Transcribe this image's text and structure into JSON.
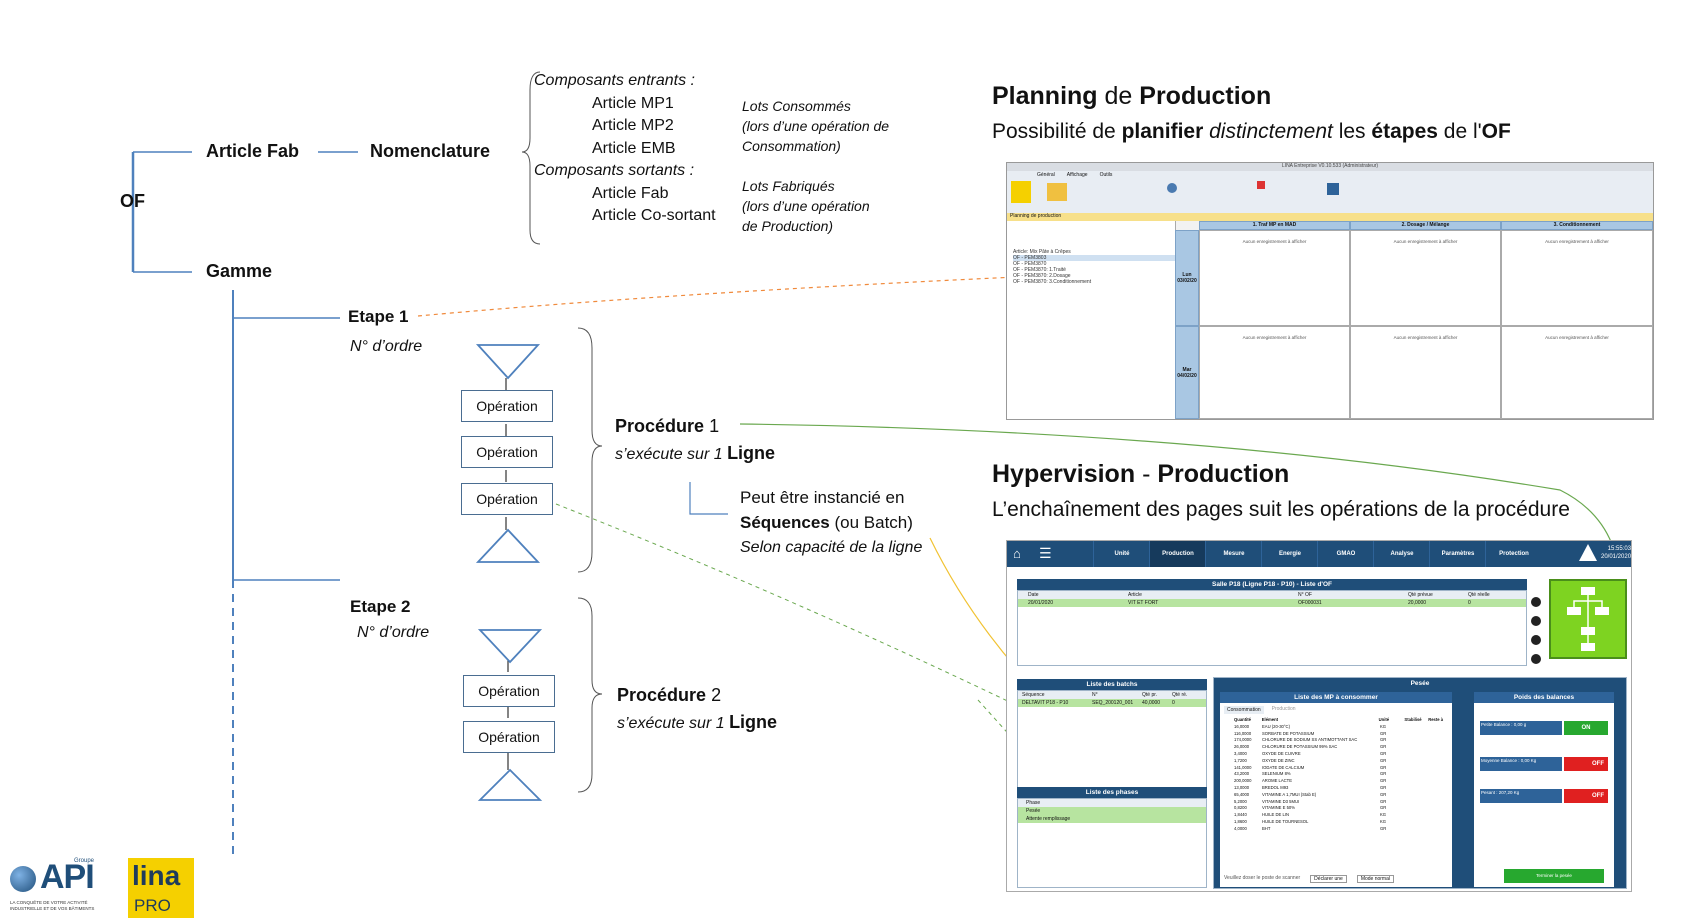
{
  "tree": {
    "of": "OF",
    "article_fab": "Article Fab",
    "nomenclature": "Nomenclature",
    "gamme": "Gamme",
    "composants_entrants_title": "Composants entrants :",
    "composants_entrants": [
      "Article MP1",
      "Article MP2",
      "Article EMB"
    ],
    "composants_sortants_title": "Composants sortants :",
    "composants_sortants": [
      "Article Fab",
      "Article Co-sortant"
    ],
    "lots_consommes": [
      "Lots Consommés",
      "(lors d’une opération de",
      "Consommation)"
    ],
    "lots_fabriques": [
      "Lots Fabriqués",
      "(lors d’une opération",
      "de Production)"
    ]
  },
  "etape1": {
    "title": "Etape 1",
    "ordre": "N° d’ordre",
    "operations": [
      "Opération",
      "Opération",
      "Opération"
    ],
    "procedure_bold": "Procédure",
    "procedure_num": "1",
    "execute": "s’exécute sur 1",
    "ligne": "Ligne"
  },
  "etape2": {
    "title": "Etape 2",
    "ordre": "N° d’ordre",
    "operations": [
      "Opération",
      "Opération"
    ],
    "procedure_bold": "Procédure",
    "procedure_num": "2",
    "execute": "s’exécute sur 1",
    "ligne": "Ligne"
  },
  "sequences": {
    "line1": "Peut être instancié en",
    "bold": "Séquences",
    "line2_rest": "(ou Batch)",
    "line3": "Selon capacité de la ligne"
  },
  "planning": {
    "title_bold1": "Planning",
    "title_mid": "de",
    "title_bold2": "Production",
    "sub_1": "Possibilité de",
    "sub_bold1": "planifier",
    "sub_italic": "distinctement",
    "sub_2": "les",
    "sub_bold2": "étapes",
    "sub_3": "de l'",
    "sub_bold3": "OF",
    "window_title": "LINA Entreprise V0.10.533 (Administrateur)",
    "ribbon_tabs": [
      "Général",
      "Affichage",
      "Outils"
    ],
    "yellow_bar": "Planning de production",
    "columns": [
      "1. Traf MP en MAD",
      "2. Dosage / Mélange",
      "3. Conditionnement"
    ],
    "days": [
      "Lun 03/02/20",
      "Mar 04/02/20"
    ],
    "empty_msg": "Aucun enregistrement à afficher",
    "tree_rows": [
      "Article: Mix Pâte à Crêpes",
      "OF - PEM3803",
      "OF - PEM3870",
      "OF - PEM3870: 1.Traité",
      "OF - PEM3870: 2.Dosage",
      "OF - PEM3870: 3.Conditionnement"
    ]
  },
  "hypervision": {
    "title_bold1": "Hypervision",
    "title_dash": "-",
    "title_bold2": "Production",
    "subtitle": "L’enchaînement des pages suit les opérations de la procédure",
    "nav_tabs": [
      "Unité",
      "Production",
      "Mesure",
      "Energie",
      "GMAO",
      "Analyse",
      "Paramètres",
      "Protection"
    ],
    "clock": "15:55:03",
    "date": "20/01/2020",
    "of_list_title": "Salle P18 (Ligne P18 - P10) - Liste d'OF",
    "of_headers": [
      "Date",
      "Article",
      "N° OF",
      "Qté prévue",
      "Qté réelle"
    ],
    "of_row": [
      "20/01/2020",
      "VIT ET FORT",
      "OF000031",
      "20,0000",
      "0"
    ],
    "batches_title": "Liste des batchs",
    "batch_headers": [
      "Séquence",
      "N°",
      "Qté pr.",
      "Qté ré."
    ],
    "batch_row": [
      "DELTAVIT P18 - P10",
      "SEQ_200120_001",
      "40,0000",
      "0"
    ],
    "phases_title": "Liste des phases",
    "phases": [
      "Phase",
      "Pesée",
      "Attente remplissage"
    ],
    "pesee_title": "Pesée",
    "mp_list_title": "Liste des MP à consommer",
    "mp_tabs": [
      "Consommation",
      "Production"
    ],
    "mp_headers": [
      "Quantité",
      "Elément",
      "Unité",
      "Stabilisé",
      "Reste à"
    ],
    "mp_rows": [
      [
        "16,0000",
        "EAU (20-30°C)",
        "KG"
      ],
      [
        "116,0000",
        "SORBATE DE POTASSIUM",
        "GR"
      ],
      [
        "174,0000",
        "CHLORURE DE SODIUM SS ANTIMOTTANT SAC",
        "GR"
      ],
      [
        "26,0000",
        "CHLORURE DE POTASSIUM 99% SAC",
        "GR"
      ],
      [
        "3,4000",
        "OXYDE DE CUIVRE",
        "GR"
      ],
      [
        "1,7200",
        "OXYDE DE ZINC",
        "GR"
      ],
      [
        "141,0000",
        "IODATE DE CALCIUM",
        "GR"
      ],
      [
        "43,2000",
        "SELENIUM 8%",
        "GR"
      ],
      [
        "200,0000",
        "AROME LACTE",
        "GR"
      ],
      [
        "13,0000",
        "BREDOL M93",
        "GR"
      ],
      [
        "65,4000",
        "VITAMINE A 1,7MUI (Stab E)",
        "GR"
      ],
      [
        "5,2000",
        "VITAMINE D3 5MUI",
        "GR"
      ],
      [
        "0,8200",
        "VITAMINE E 50%",
        "GR"
      ],
      [
        "1,8440",
        "HUILE DE LIN",
        "KG"
      ],
      [
        "1,8600",
        "HUILE DE TOURNESOL",
        "KG"
      ],
      [
        "4,0000",
        "BHT",
        "GR"
      ]
    ],
    "footer_buttons": [
      "Veuillez doser le poste de scanner",
      "Déclarer une",
      "Mode normal"
    ],
    "balances_title": "Poids des balances",
    "balances": [
      {
        "label": "Petite Balance : 0,00 g",
        "state": "ON"
      },
      {
        "label": "Moyenne Balance : 0,00 Kg",
        "state": "OFF"
      },
      {
        "label": "Pesant : 207,20 Kg",
        "state": "OFF"
      }
    ],
    "terminate_btn": "Terminer la pesée"
  },
  "logos": {
    "api_group": "Groupe",
    "api": "API",
    "api_tagline": "LA CONQUÊTE DE VOTRE ACTIVITÉ INDUSTRIELLE ET DE VOS BÂTIMENTS",
    "lina": "lina",
    "pro": "PRO"
  },
  "colors": {
    "tree_line": "#4f81bd",
    "orange_arrow": "#f08a3c",
    "green_arrow": "#6aa84f",
    "yellow_arrow": "#f1c232",
    "nav_blue": "#1f4e79",
    "lina_yellow": "#f5d000"
  }
}
